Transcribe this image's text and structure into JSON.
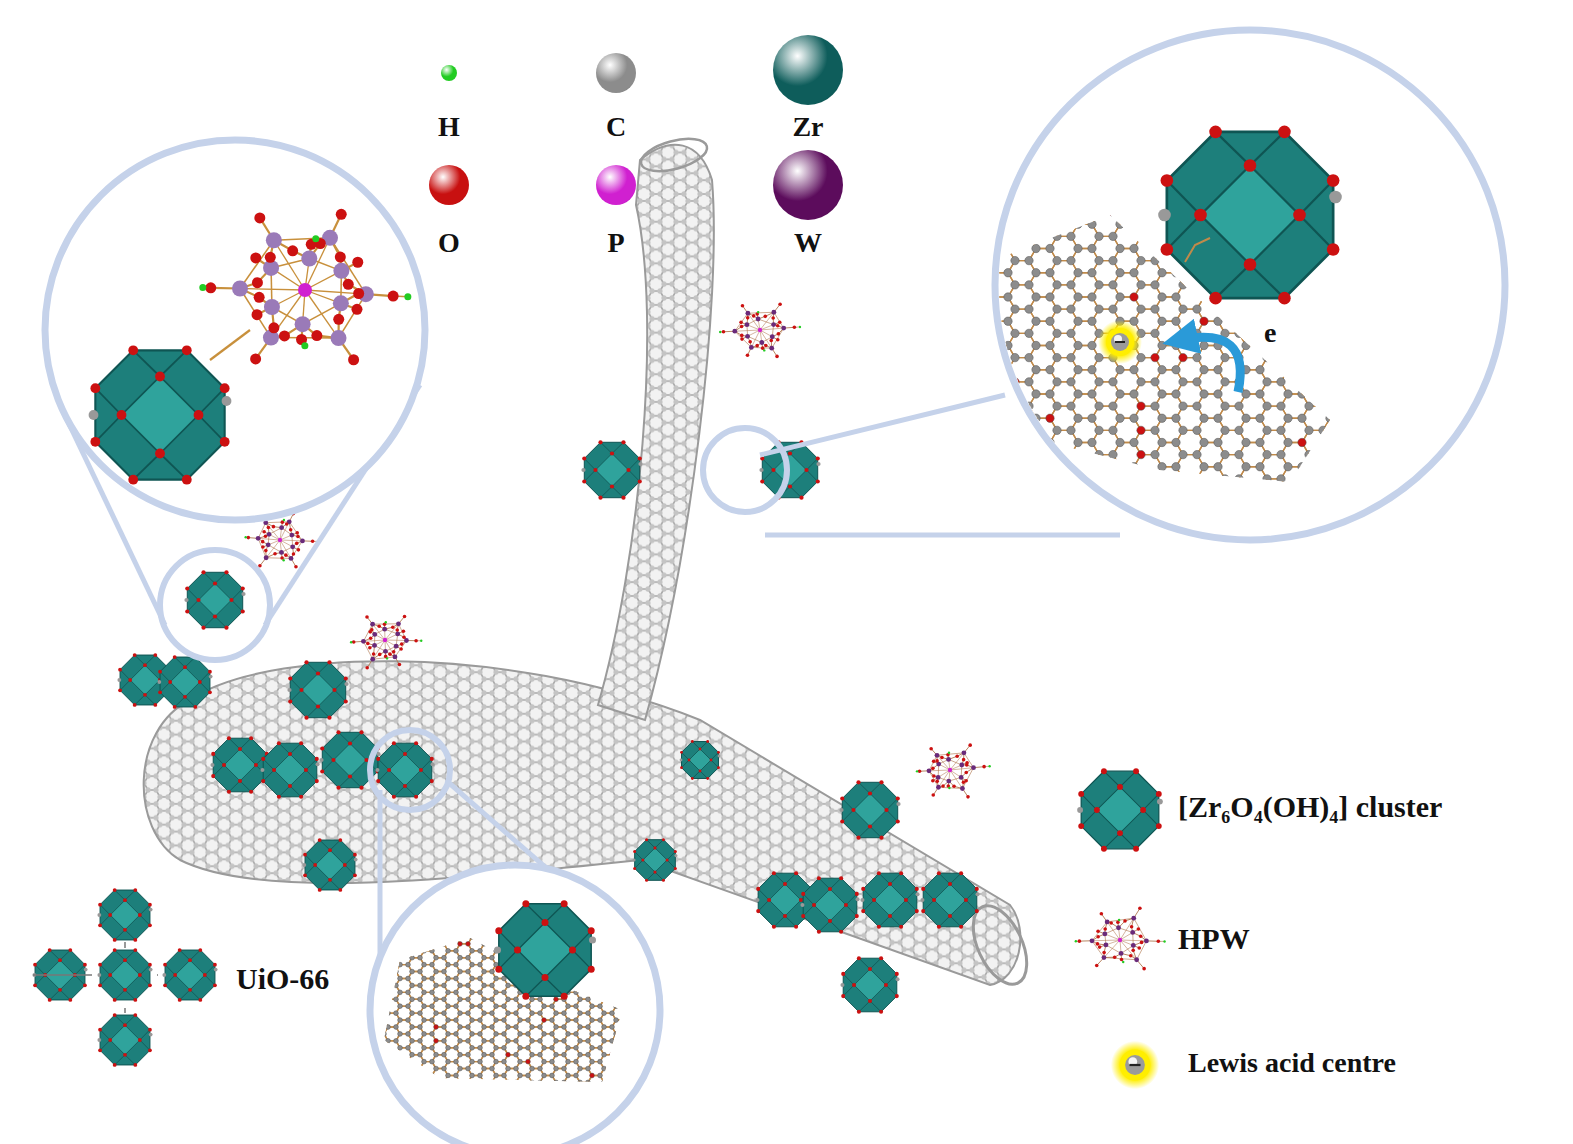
{
  "diagram": {
    "labels": [
      "UiO-66",
      "e"
    ],
    "legend": [
      {
        "text": "H",
        "color": "#22cc22"
      },
      {
        "text": "C",
        "color": "#8c8c8c"
      },
      {
        "text": "Zr",
        "color": "#0e5d5b"
      },
      {
        "text": "O",
        "color": "#c81010"
      },
      {
        "text": "P",
        "color": "#d020d0"
      },
      {
        "text": "W",
        "color": "#5c0c5c"
      },
      {
        "text": "[Zr₆O₄(OH)₄] cluster"
      },
      {
        "text": "HPW"
      },
      {
        "text": "Lewis acid centre"
      }
    ]
  }
}
